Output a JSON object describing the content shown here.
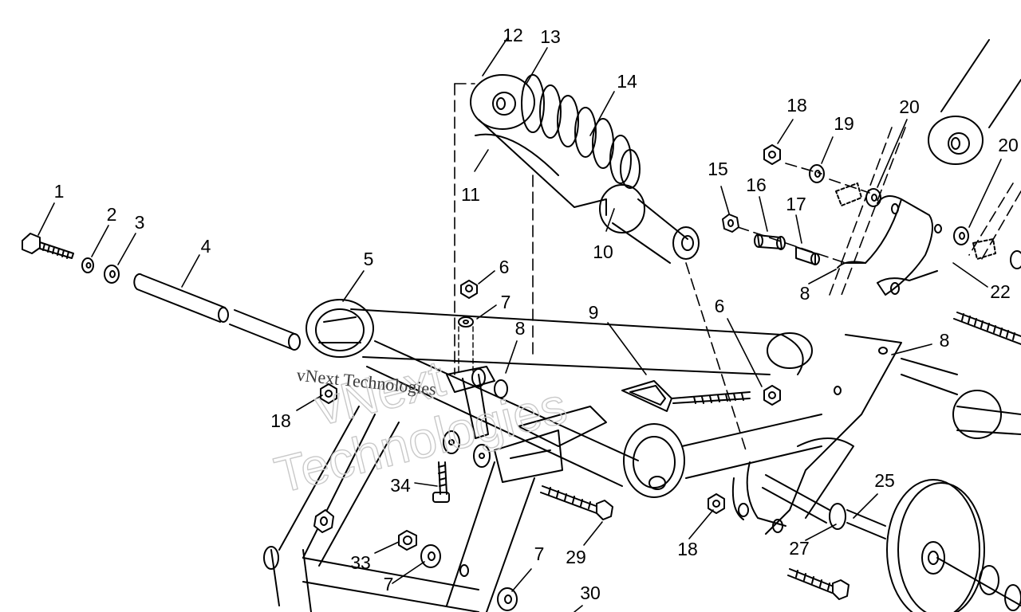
{
  "diagram": {
    "labels": [
      "1",
      "2",
      "3",
      "4",
      "5",
      "6",
      "7",
      "8",
      "9",
      "10",
      "11",
      "12",
      "13",
      "14",
      "15",
      "16",
      "17",
      "18",
      "19",
      "20",
      "20",
      "22",
      "8",
      "8",
      "6",
      "18",
      "18",
      "34",
      "33",
      "7",
      "29",
      "7",
      "30",
      "25",
      "27"
    ]
  },
  "watermark": {
    "outline_line1": "vNext",
    "outline_line2": "Technologies",
    "small_text": "vNext Technologies"
  }
}
